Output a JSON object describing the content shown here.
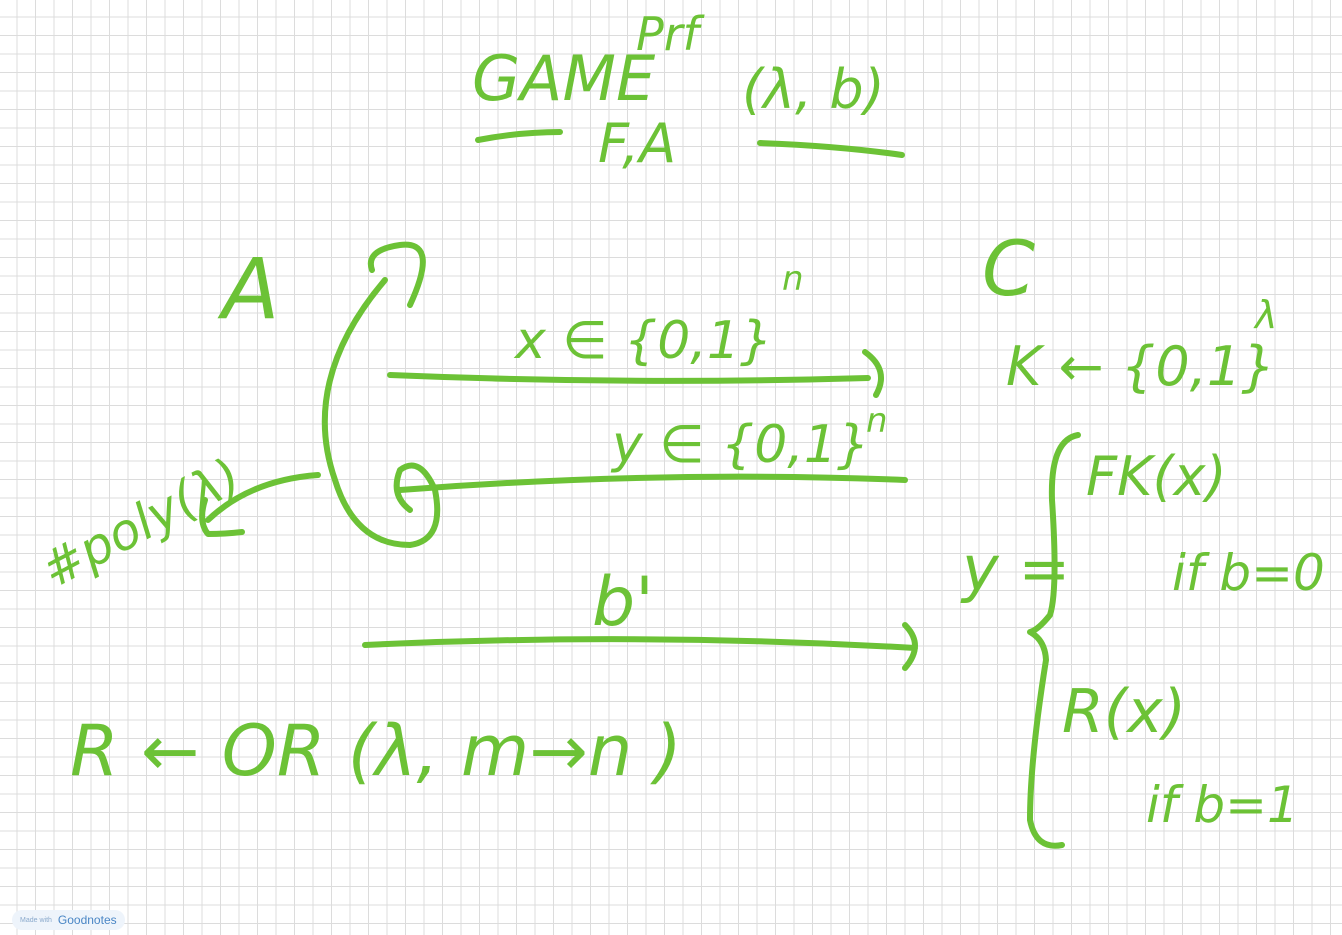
{
  "note": {
    "title_line1": "GAME",
    "title_super": "Prf",
    "title_line2": "F,A",
    "title_args": "(λ, b)",
    "adversary_label": "A",
    "challenger_label": "C",
    "msg_x": "x ∈ {0,1}",
    "msg_x_sup": "n",
    "msg_y": "y ∈ {0,1}",
    "msg_y_sup": "n",
    "msg_b": "b'",
    "key_line": "K ← {0,1}",
    "key_sup": "λ",
    "poly_label": "#poly(λ)",
    "oracle_line": "R ← OR (λ, m→n )",
    "y_eq": "y =",
    "case1_value": "FK(x)",
    "case1_cond": "if b=0",
    "case2_value": "R(x)",
    "case2_cond": "if b=1"
  },
  "watermark": {
    "small": "Made with",
    "brand": "Goodnotes"
  }
}
